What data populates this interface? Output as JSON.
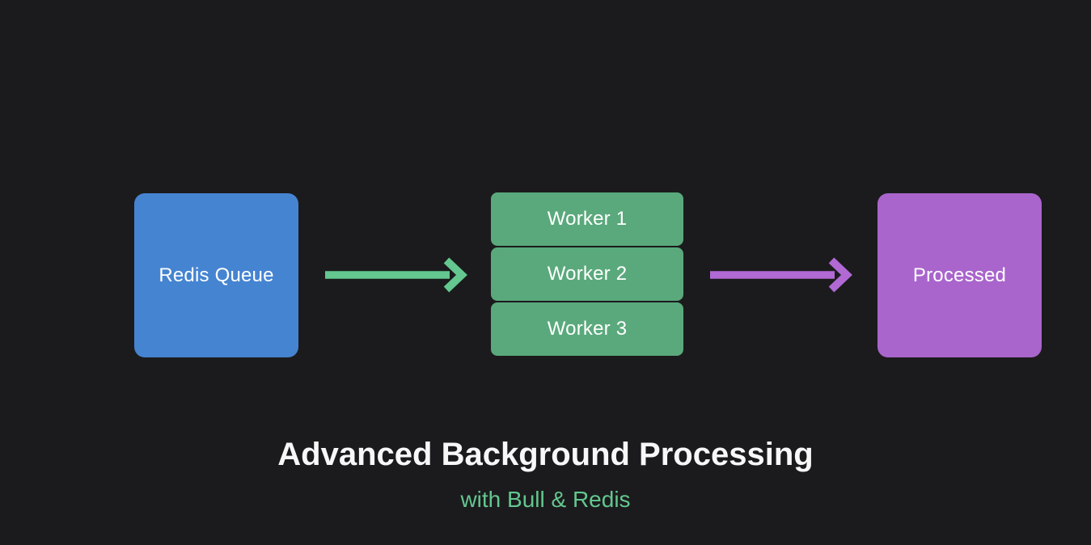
{
  "diagram": {
    "title": "Advanced Background Processing",
    "subtitle": "with Bull & Redis",
    "nodes": {
      "queue": {
        "label": "Redis Queue"
      },
      "workers": [
        {
          "label": "Worker 1"
        },
        {
          "label": "Worker 2"
        },
        {
          "label": "Worker 3"
        }
      ],
      "processed": {
        "label": "Processed"
      }
    },
    "edges": [
      {
        "from": "queue",
        "to": "workers",
        "color_key": "arrow-green"
      },
      {
        "from": "workers",
        "to": "processed",
        "color_key": "arrow-purple"
      }
    ]
  },
  "colors": {
    "background": "#1b1b1d",
    "queue-box": "#4584d1",
    "worker-box": "#5aa97c",
    "processed-box": "#a965cc",
    "arrow-green": "#63c78f",
    "arrow-purple": "#b169d4",
    "title-text": "#f7f7f7",
    "subtitle-text": "#63c78f",
    "box-text": "#ffffff"
  }
}
